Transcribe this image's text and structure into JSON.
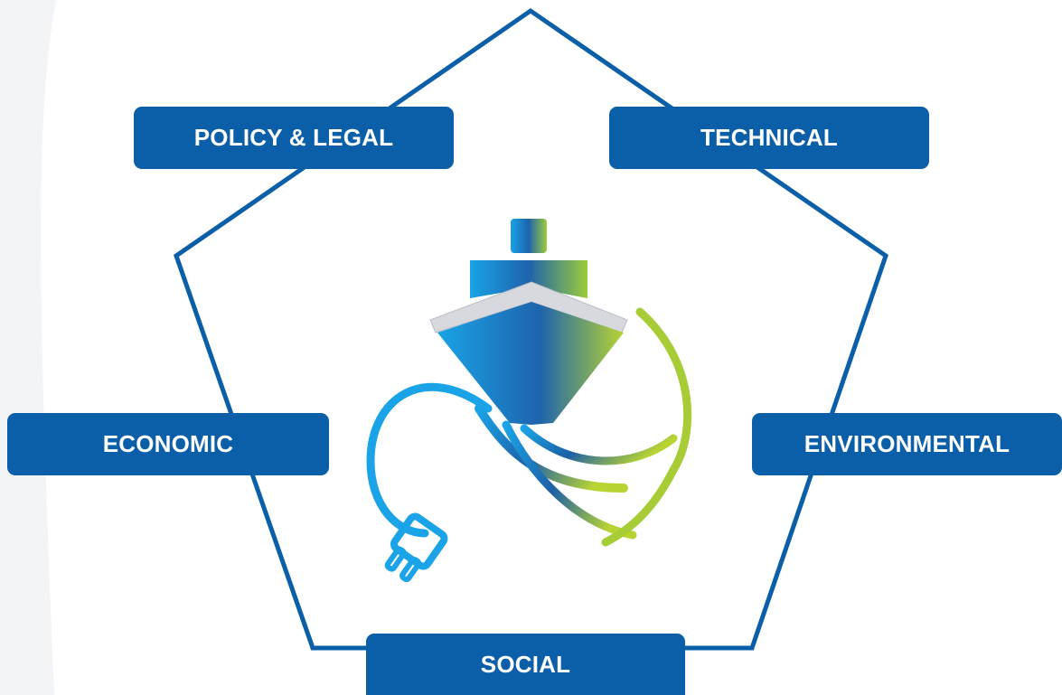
{
  "diagram": {
    "pillars": {
      "policy": "POLICY & LEGAL",
      "technical": "TECHNICAL",
      "economic": "ECONOMIC",
      "environmental": "ENVIRONMENTAL",
      "social": "SOCIAL"
    },
    "center_icon": "ship-with-power-plug-icon",
    "colors": {
      "accent": "#0b5fa8",
      "gradient_start": "#1aa3e6",
      "gradient_end": "#b8d432"
    }
  }
}
